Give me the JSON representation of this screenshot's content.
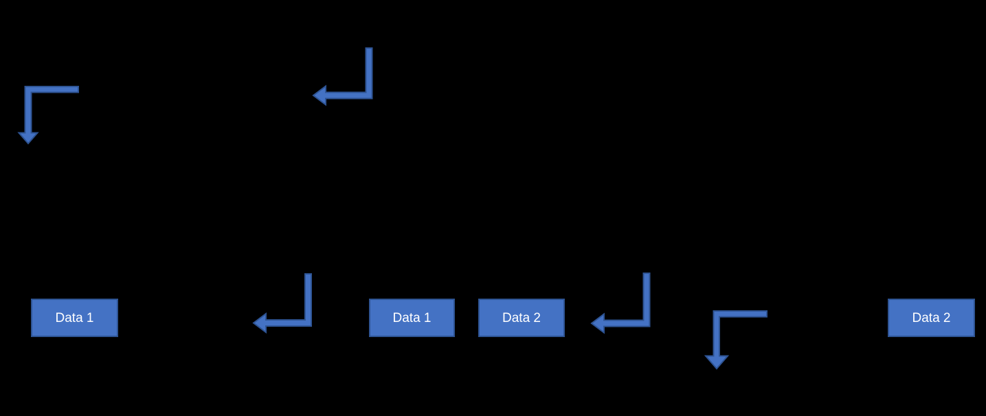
{
  "diagram": {
    "boxes": [
      {
        "label": "Data 1"
      },
      {
        "label": "Data 1"
      },
      {
        "label": "Data 2"
      },
      {
        "label": "Data 2"
      }
    ],
    "arrows": [
      {
        "name": "elbow-arrow-top-left",
        "direction": "down"
      },
      {
        "name": "elbow-arrow-top-middle",
        "direction": "left"
      },
      {
        "name": "elbow-arrow-mid-left",
        "direction": "left"
      },
      {
        "name": "elbow-arrow-mid-right",
        "direction": "left"
      },
      {
        "name": "elbow-arrow-bottom-right",
        "direction": "down"
      }
    ],
    "colors": {
      "background": "#000000",
      "box_fill": "#4472C4",
      "box_border": "#2E5494",
      "box_text": "#FFFFFF",
      "arrow_fill": "#4472C4",
      "arrow_border": "#2E5494"
    }
  }
}
